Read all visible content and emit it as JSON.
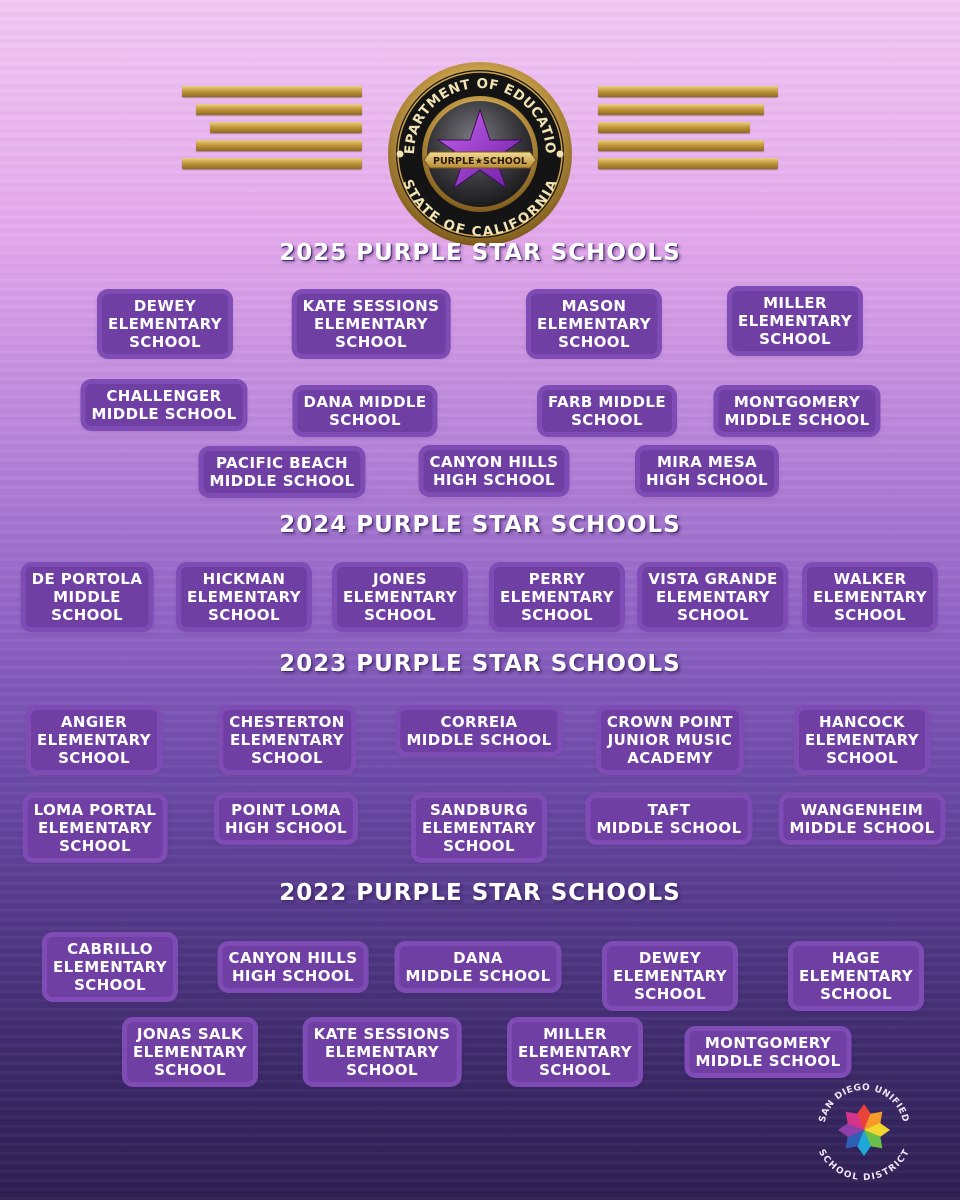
{
  "seal": {
    "top_text": "DEPARTMENT OF EDUCATION",
    "bottom_text": "STATE OF CALIFORNIA",
    "ribbon_text": "PURPLE★SCHOOL",
    "colors": {
      "gold": "#c9a04a",
      "purple": "#8b2cc9",
      "dark": "#1d1d1f"
    }
  },
  "sections": [
    {
      "heading": "2025 PURPLE STAR SCHOOLS",
      "schools": [
        [
          "DEWEY",
          "ELEMENTARY",
          "SCHOOL"
        ],
        [
          "KATE SESSIONS",
          "ELEMENTARY",
          "SCHOOL"
        ],
        [
          "MASON",
          "ELEMENTARY",
          "SCHOOL"
        ],
        [
          "MILLER",
          "ELEMENTARY",
          "SCHOOL"
        ],
        [
          "CHALLENGER",
          "MIDDLE SCHOOL"
        ],
        [
          "DANA MIDDLE",
          "SCHOOL"
        ],
        [
          "FARB MIDDLE",
          "SCHOOL"
        ],
        [
          "MONTGOMERY",
          "MIDDLE SCHOOL"
        ],
        [
          "PACIFIC BEACH",
          "MIDDLE SCHOOL"
        ],
        [
          "CANYON HILLS",
          "HIGH SCHOOL"
        ],
        [
          "MIRA MESA",
          "HIGH SCHOOL"
        ]
      ]
    },
    {
      "heading": "2024 PURPLE STAR SCHOOLS",
      "schools": [
        [
          "DE PORTOLA",
          "MIDDLE",
          "SCHOOL"
        ],
        [
          "HICKMAN",
          "ELEMENTARY",
          "SCHOOL"
        ],
        [
          "JONES",
          "ELEMENTARY",
          "SCHOOL"
        ],
        [
          "PERRY",
          "ELEMENTARY",
          "SCHOOL"
        ],
        [
          "VISTA GRANDE",
          "ELEMENTARY",
          "SCHOOL"
        ],
        [
          "WALKER",
          "ELEMENTARY",
          "SCHOOL"
        ]
      ]
    },
    {
      "heading": "2023 PURPLE STAR SCHOOLS",
      "schools": [
        [
          "ANGIER",
          "ELEMENTARY",
          "SCHOOL"
        ],
        [
          "CHESTERTON",
          "ELEMENTARY",
          "SCHOOL"
        ],
        [
          "CORREIA",
          "MIDDLE SCHOOL"
        ],
        [
          "CROWN POINT",
          "JUNIOR MUSIC",
          "ACADEMY"
        ],
        [
          "HANCOCK",
          "ELEMENTARY",
          "SCHOOL"
        ],
        [
          "LOMA PORTAL",
          "ELEMENTARY",
          "SCHOOL"
        ],
        [
          "POINT LOMA",
          "HIGH SCHOOL"
        ],
        [
          "SANDBURG",
          "ELEMENTARY",
          "SCHOOL"
        ],
        [
          "TAFT",
          "MIDDLE SCHOOL"
        ],
        [
          "WANGENHEIM",
          "MIDDLE SCHOOL"
        ]
      ]
    },
    {
      "heading": "2022 PURPLE STAR SCHOOLS",
      "schools": [
        [
          "CABRILLO",
          "ELEMENTARY",
          "SCHOOL"
        ],
        [
          "CANYON HILLS",
          "HIGH SCHOOL"
        ],
        [
          "DANA",
          "MIDDLE SCHOOL"
        ],
        [
          "DEWEY",
          "ELEMENTARY",
          "SCHOOL"
        ],
        [
          "HAGE",
          "ELEMENTARY",
          "SCHOOL"
        ],
        [
          "JONAS SALK",
          "ELEMENTARY",
          "SCHOOL"
        ],
        [
          "KATE SESSIONS",
          "ELEMENTARY",
          "SCHOOL"
        ],
        [
          "MILLER",
          "ELEMENTARY",
          "SCHOOL"
        ],
        [
          "MONTGOMERY",
          "MIDDLE SCHOOL"
        ]
      ]
    }
  ],
  "district_logo": {
    "top_text": "SAN DIEGO UNIFIED",
    "bottom_text": "SCHOOL DISTRICT",
    "petal_colors": [
      "#e8423b",
      "#f59b2a",
      "#f2d62f",
      "#6cbf4a",
      "#1fa7d8",
      "#2f5fb5",
      "#8e3fa8",
      "#d6338a"
    ]
  }
}
